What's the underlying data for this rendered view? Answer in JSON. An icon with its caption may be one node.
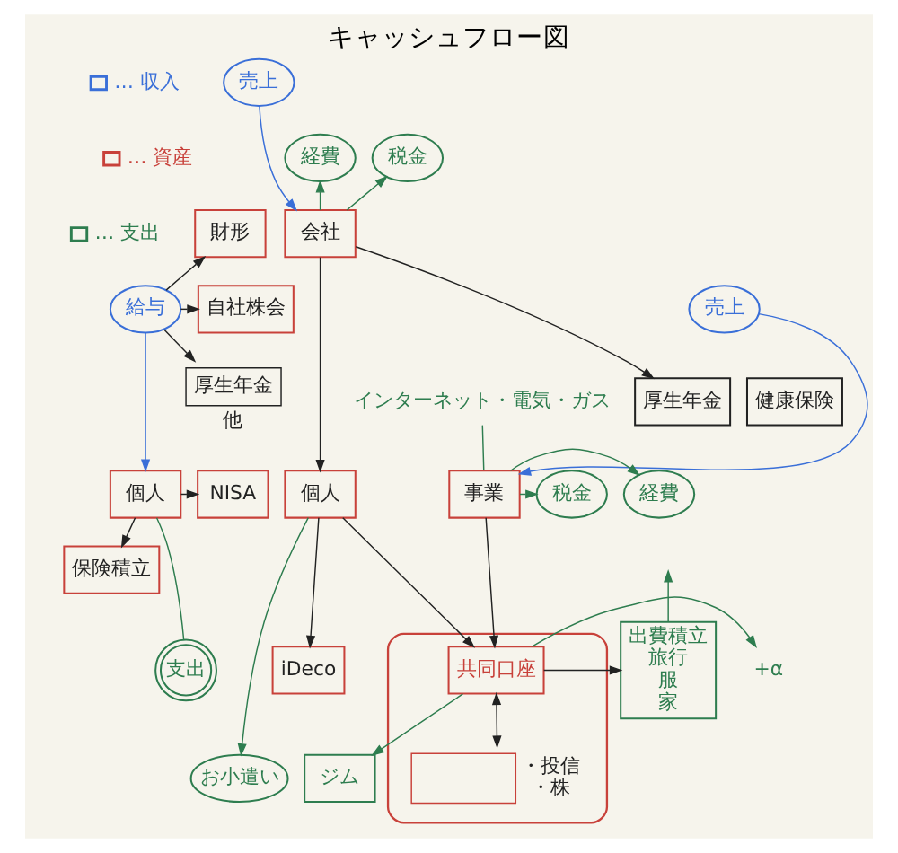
{
  "diagram": {
    "title": "キャッシュフロー図",
    "nodes": [
      {
        "text": [
          "売上"
        ]
      },
      {
        "text": [
          "経費"
        ]
      },
      {
        "text": [
          "税金"
        ]
      },
      {
        "text": [
          "会社"
        ]
      },
      {
        "text": [
          "給与"
        ]
      },
      {
        "text": [
          "財形"
        ]
      },
      {
        "text": [
          "自社株会"
        ]
      },
      {
        "text": [
          "厚生年金"
        ],
        "beside": [
          "他"
        ]
      },
      {
        "text": [
          "厚生年金"
        ]
      },
      {
        "text": [
          "健康保険"
        ]
      },
      {
        "text": [
          "売上"
        ]
      },
      {
        "text": [
          "インターネット・電気・ガス"
        ]
      },
      {
        "text": [
          "経費"
        ]
      },
      {
        "text": [
          "税金"
        ]
      },
      {
        "text": [
          "NISA"
        ]
      },
      {
        "text": [
          "保険積立"
        ]
      },
      {
        "text": [
          "個人"
        ]
      },
      {
        "text": [
          "個人"
        ]
      },
      {
        "text": [
          "事業"
        ]
      },
      {
        "text": [
          "支出"
        ]
      },
      {
        "text": [
          "iDeco"
        ]
      },
      {
        "text": [
          "出費積立",
          "旅行",
          "服",
          "家"
        ]
      },
      {
        "text": [],
        "shape": "box"
      },
      {
        "text": [
          "共同口座"
        ],
        "in": 22
      },
      {
        "text": [],
        "shape": "box",
        "in": 22,
        "beside": [
          "・投信",
          "・株"
        ]
      },
      {
        "text": [
          "お小遣い"
        ]
      },
      {
        "text": [
          "ジム"
        ]
      },
      {
        "text": [
          "+α"
        ]
      }
    ],
    "edges": [
      {
        "from": 0,
        "to": 3,
        "arrow": "to",
        "color": "#3a6fd8"
      },
      {
        "from": 3,
        "to": 1,
        "arrow": "to",
        "color": "#2e7d4f"
      },
      {
        "from": 3,
        "to": 2,
        "arrow": "to",
        "color": "#2e7d4f"
      },
      {
        "from": 3,
        "to": 8,
        "arrow": "to"
      },
      {
        "from": 3,
        "to": 17,
        "arrow": "to"
      },
      {
        "from": 4,
        "to": 5,
        "arrow": "to"
      },
      {
        "from": 4,
        "to": 6,
        "arrow": "to"
      },
      {
        "from": 4,
        "to": 7,
        "arrow": "to"
      },
      {
        "from": 4,
        "to": 16,
        "arrow": "to",
        "color": "#3a6fd8"
      },
      {
        "from": 10,
        "to": 18,
        "arrow": "to",
        "color": "#3a6fd8"
      },
      {
        "from": 18,
        "to": 11,
        "arrow": "none",
        "color": "#2e7d4f"
      },
      {
        "from": 18,
        "to": 12,
        "arrow": "to",
        "color": "#2e7d4f"
      },
      {
        "from": 18,
        "to": 13,
        "arrow": "to",
        "color": "#2e7d4f"
      },
      {
        "from": 16,
        "to": 14,
        "arrow": "to"
      },
      {
        "from": 16,
        "to": 15,
        "arrow": "to"
      },
      {
        "from": 16,
        "to": 19,
        "arrow": "none",
        "color": "#2e7d4f"
      },
      {
        "from": 17,
        "to": 20,
        "arrow": "to"
      },
      {
        "from": 17,
        "to": 25,
        "arrow": "to",
        "color": "#2e7d4f"
      },
      {
        "from": 17,
        "to": 23,
        "arrow": "to"
      },
      {
        "from": 18,
        "to": 23,
        "arrow": "to"
      },
      {
        "from": 23,
        "to": 21,
        "arrow": "to"
      },
      {
        "from": 23,
        "to": 24,
        "arrow": "both"
      },
      {
        "from": 23,
        "to": 27,
        "arrow": "to",
        "color": "#2e7d4f"
      },
      {
        "from": 23,
        "to": 26,
        "arrow": "to",
        "color": "#2e7d4f"
      },
      {
        "from": 21,
        "to": null,
        "arrow": "to",
        "color": "#2e7d4f"
      }
    ],
    "legend": [
      {
        "text": "… 収入",
        "color": "#3a6fd8"
      },
      {
        "text": "… 資産",
        "color": "#c8413a"
      },
      {
        "text": "… 支出",
        "color": "#2e7d4f"
      }
    ]
  }
}
